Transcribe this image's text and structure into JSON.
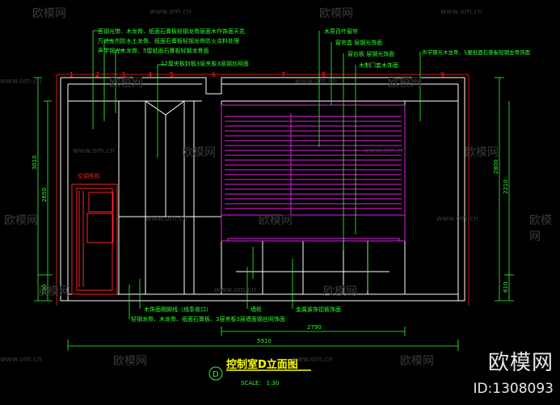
{
  "watermark": {
    "brand": "欧模网",
    "site": "www.om.cn",
    "id_label": "ID:1308093"
  },
  "drawing": {
    "title": "控制室D立面图",
    "scale": "SCALE： 1:30",
    "elevation_mark": "D",
    "dimensions": {
      "overall_width": "5910",
      "lower_width": "2790",
      "left_height": "3010",
      "left_inner_height": "2650",
      "right_height": "2800",
      "right_upper": "2210",
      "right_lower": "610",
      "left_low": "350"
    },
    "cabinet_label": "空调柜机",
    "annotations_top_left": [
      "苔钢光带、木龙骨、纸面石膏板轻钢龙骨层面木作饰面天花",
      "万达龙剂防水土龙骨、纸面石膏板轻钢龙骨防火涂料处理",
      "声学钢光木龙骨、5厘纸面石膏板轻钢龙骨面",
      "12厘夹板封板3层夹板3层钢丝网面"
    ],
    "annotations_top_right": [
      "木质百叶窗帘",
      "窗帘盒 层钢光饰面",
      "窗台板 层钢光饰面",
      "木制门套木饰面"
    ],
    "annotation_far_right": "声学钢光木龙骨、5厘纸面石膏板轻钢龙骨饰面",
    "annotations_bottom": [
      "木饰面踢脚线（线条收口）",
      "轻钢龙骨、木龙骨、纸面石膏板、3层夹板3层墙面钢丝网饰面",
      "墙柜",
      "金属装饰铝板饰面"
    ],
    "number_marks": [
      "1",
      "2",
      "3",
      "4",
      "5",
      "6",
      "7",
      "8",
      "9"
    ]
  },
  "colors": {
    "line_main": "#ffffff",
    "line_red": "#ff2020",
    "line_green": "#2dff2d",
    "line_magenta": "#e21ee2",
    "text_green": "#2dff2d",
    "text_yellow": "#ffff00",
    "line_cyan": "#00ffff"
  }
}
